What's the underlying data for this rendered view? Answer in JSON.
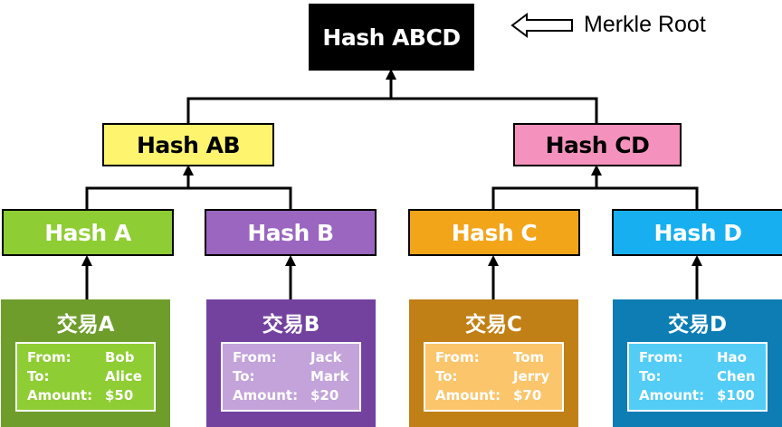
{
  "merkle_root_label": "Merkle Root",
  "nodes": {
    "root": "Hash ABCD",
    "ab": "Hash AB",
    "cd": "Hash CD",
    "a": "Hash A",
    "b": "Hash B",
    "c": "Hash C",
    "d": "Hash D"
  },
  "transactions": [
    {
      "title": "交易A",
      "from": "Bob",
      "to": "Alice",
      "amount": "$50"
    },
    {
      "title": "交易B",
      "from": "Jack",
      "to": "Mark",
      "amount": "$20"
    },
    {
      "title": "交易C",
      "from": "Tom",
      "to": "Jerry",
      "amount": "$70"
    },
    {
      "title": "交易D",
      "from": "Hao",
      "to": "Chen",
      "amount": "$100"
    }
  ],
  "field_labels": {
    "from": "From:",
    "to": "To:",
    "amount": "Amount:"
  },
  "colors": {
    "root": "#000000",
    "hash_ab": "#fef46e",
    "hash_cd": "#f492bd",
    "hash_a": "#8fcd34",
    "hash_b": "#9a66c0",
    "hash_c": "#f3a51a",
    "hash_d": "#17aff0",
    "tx_a": "#6e9d2c",
    "tx_b": "#73429f",
    "tx_c": "#c08016",
    "tx_d": "#0d7db3"
  }
}
